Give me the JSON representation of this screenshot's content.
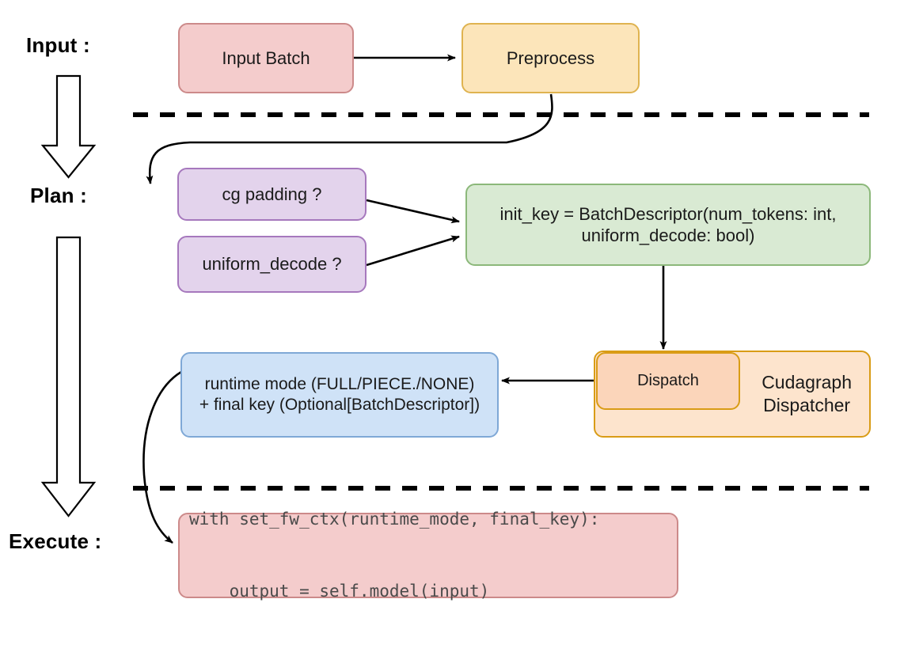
{
  "diagram": {
    "title": "vLLM cudagraph dispatch pipeline",
    "type": "flowchart",
    "stage_labels": [
      {
        "id": "input",
        "text": "Input :"
      },
      {
        "id": "plan",
        "text": "Plan :"
      },
      {
        "id": "execute",
        "text": "Execute :"
      }
    ],
    "nodes": {
      "input_batch": {
        "label": "Input Batch",
        "fill": "#f4cccc",
        "stroke": "#cc8a8a"
      },
      "preprocess": {
        "label": "Preprocess",
        "fill": "#fce5ba",
        "stroke": "#dfb350"
      },
      "cg_padding": {
        "label": "cg padding ?",
        "fill": "#e3d3ec",
        "stroke": "#a678bd"
      },
      "uniform_decode": {
        "label": "uniform_decode ?",
        "fill": "#e3d3ec",
        "stroke": "#a678bd"
      },
      "init_key": {
        "line1": "init_key = BatchDescriptor(num_tokens: int,",
        "line2": "uniform_decode: bool)",
        "fill": "#d9ead3",
        "stroke": "#8cb87a"
      },
      "runtime_mode": {
        "line1": "runtime mode (FULL/PIECE./NONE)",
        "line2": "+ final key (Optional[BatchDescriptor])",
        "fill": "#cfe2f7",
        "stroke": "#7fa8d6"
      },
      "cudagraph_dispatcher": {
        "line1": "Cudagraph",
        "line2": "Dispatcher",
        "fill": "#fde4cd",
        "stroke": "#d99c16"
      },
      "dispatch": {
        "label": "Dispatch",
        "fill": "#fbd5ba",
        "stroke": "#d99c16"
      },
      "execute_code": {
        "line1": "with set_fw_ctx(runtime_mode, final_key):",
        "line2": "    output = self.model(input)",
        "fill": "#f4cccc",
        "stroke": "#cc8a8a"
      }
    },
    "separators": [
      {
        "id": "input-plan-divider",
        "style": "dashed"
      },
      {
        "id": "plan-execute-divider",
        "style": "dashed"
      }
    ],
    "edges": [
      {
        "from": "input_batch",
        "to": "preprocess",
        "style": "straight-arrow"
      },
      {
        "from": "preprocess",
        "to": "cg_padding",
        "style": "curved-arrow"
      },
      {
        "from": "cg_padding",
        "to": "init_key",
        "style": "straight-arrow"
      },
      {
        "from": "uniform_decode",
        "to": "init_key",
        "style": "straight-arrow"
      },
      {
        "from": "init_key",
        "to": "dispatch",
        "style": "straight-arrow"
      },
      {
        "from": "dispatch",
        "to": "runtime_mode",
        "style": "straight-arrow"
      },
      {
        "from": "runtime_mode",
        "to": "execute_code",
        "style": "curved-arrow"
      }
    ],
    "stage_arrows": [
      {
        "id": "input-to-plan",
        "direction": "down",
        "style": "hollow-block"
      },
      {
        "id": "plan-to-execute",
        "direction": "down",
        "style": "hollow-block"
      }
    ]
  }
}
